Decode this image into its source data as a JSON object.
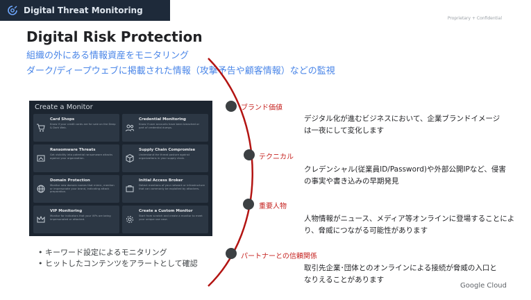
{
  "header": {
    "title": "Digital Threat Monitoring",
    "icon": "dtm-logo-icon"
  },
  "confidential_label": "Proprietary + Confidential",
  "title": "Digital Risk Protection",
  "subtitles": [
    "組織の外にある情報資産をモニタリング",
    "ダーク/ディープウェブに掲載された情報（攻撃予告や顧客情報）などの監視"
  ],
  "monitor": {
    "heading": "Create a Monitor",
    "cards": [
      {
        "title": "Card Shops",
        "desc": "Know if your credit cards are for sale on the Deep & Dark Web.",
        "icon": "cart-icon"
      },
      {
        "title": "Credential Monitoring",
        "desc": "Know if user accounts have been breached or part of credential dumps.",
        "icon": "users-icon"
      },
      {
        "title": "Ransomware Threats",
        "desc": "Get visibility into potential ransomware attacks against your organization.",
        "icon": "ransomware-icon"
      },
      {
        "title": "Supply Chain Compromise",
        "desc": "Understand the threat posture against organizations in your supply chain.",
        "icon": "cube-icon"
      },
      {
        "title": "Domain Protection",
        "desc": "Monitor new domain names that mimic, mention or impersonate your brand, indicating attack preparation.",
        "icon": "globe-icon"
      },
      {
        "title": "Initial Access Broker",
        "desc": "Detect mentions of your network or infrastructure that can commonly be exploited by attackers.",
        "icon": "broker-icon"
      },
      {
        "title": "VIP Monitoring",
        "desc": "Monitor for indicators that your VIPs are being impersonated or attacked.",
        "icon": "crown-icon"
      },
      {
        "title": "Create a Custom Monitor",
        "desc": "Start from scratch and create a monitor to meet your unique use case.",
        "icon": "gear-icon"
      }
    ]
  },
  "bullets": [
    "キーワード設定によるモニタリング",
    "ヒットしたコンテンツをアラートとして確認"
  ],
  "categories": [
    {
      "label": "ブランド価値",
      "desc": "デジタル化が進むビジネスにおいて、企業ブランドイメージは一夜にして変化します"
    },
    {
      "label": "テクニカル",
      "desc": "クレデンシャル(従業員ID/Password)や外部公開IPなど、侵害の事実や書き込みの早期発見"
    },
    {
      "label": "重要人物",
      "desc": "人物情報がニュース、メディア等オンラインに登場することにより、脅威につながる可能性があります"
    },
    {
      "label": "パートナーとの信頼関係",
      "desc": "取引先企業･団体とのオンラインによる接続が脅威の入口となりえることがあります"
    }
  ],
  "footer": "Google Cloud",
  "colors": {
    "accent": "#c5221f",
    "arc": "#b31412",
    "subtitle": "#4a86e8",
    "panel": "#1c2530"
  }
}
